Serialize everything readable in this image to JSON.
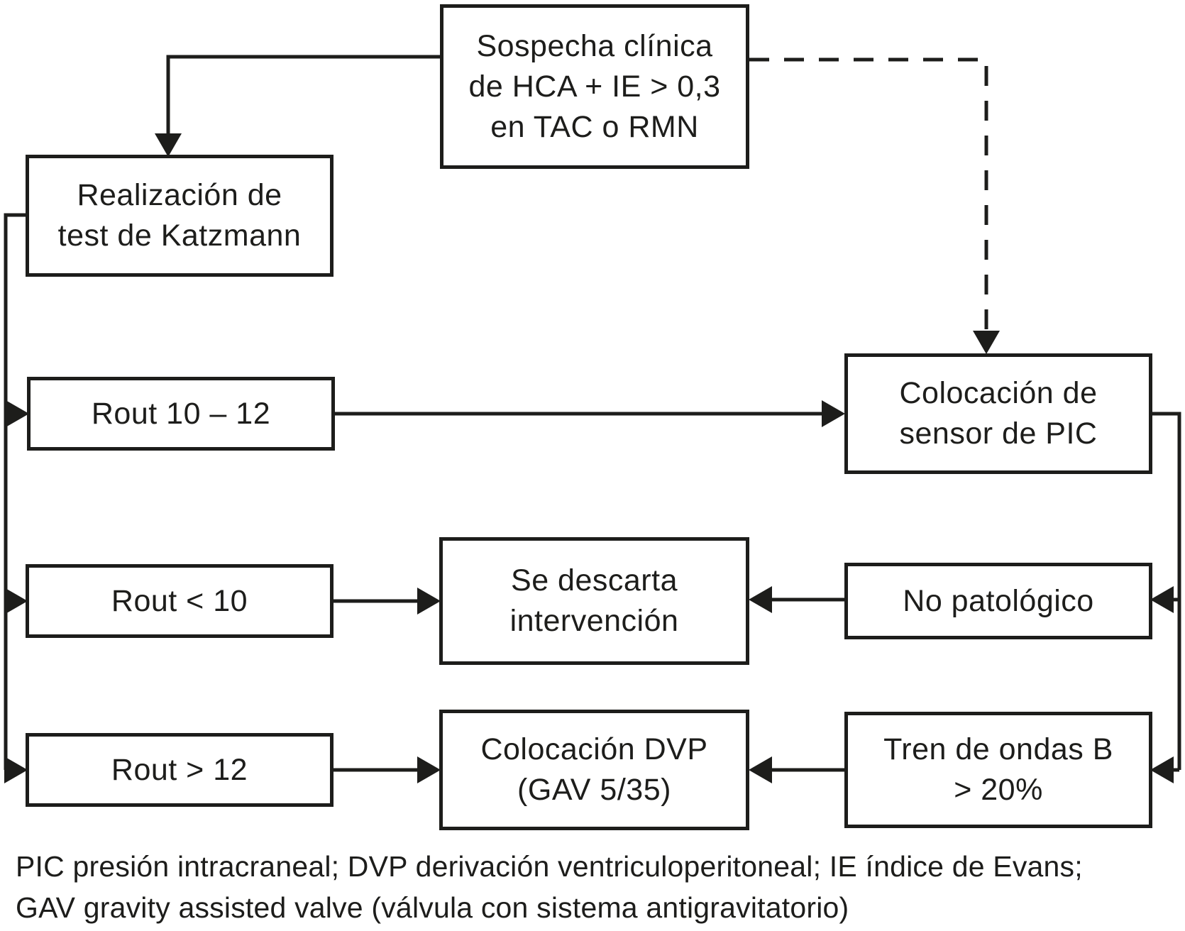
{
  "colors": {
    "line": "#1d1d1b",
    "background": "#ffffff",
    "text": "#1d1d1b"
  },
  "nodes": {
    "suspect": {
      "lines": [
        "Sospecha clínica",
        "de HCA + IE > 0,3",
        "en TAC o RMN"
      ]
    },
    "katzmann": {
      "lines": [
        "Realización de",
        "test de Katzmann"
      ]
    },
    "rout_10_12": {
      "lines": [
        "Rout 10 – 12"
      ]
    },
    "rout_lt_10": {
      "lines": [
        "Rout < 10"
      ]
    },
    "rout_gt_12": {
      "lines": [
        "Rout > 12"
      ]
    },
    "descarta": {
      "lines": [
        "Se descarta",
        "intervención"
      ]
    },
    "dvp": {
      "lines": [
        "Colocación DVP",
        "(GAV 5/35)"
      ]
    },
    "sensor": {
      "lines": [
        "Colocación de",
        "sensor de PIC"
      ]
    },
    "no_patologico": {
      "lines": [
        "No patológico"
      ]
    },
    "tren_ondas": {
      "lines": [
        "Tren de ondas B",
        "> 20%"
      ]
    }
  },
  "edges": [
    {
      "from": "suspect",
      "to": "katzmann",
      "style": "solid"
    },
    {
      "from": "suspect",
      "to": "sensor",
      "style": "dashed"
    },
    {
      "from": "katzmann",
      "to": "rout_10_12",
      "style": "solid"
    },
    {
      "from": "katzmann",
      "to": "rout_lt_10",
      "style": "solid"
    },
    {
      "from": "katzmann",
      "to": "rout_gt_12",
      "style": "solid"
    },
    {
      "from": "rout_10_12",
      "to": "sensor",
      "style": "solid"
    },
    {
      "from": "rout_lt_10",
      "to": "descarta",
      "style": "solid"
    },
    {
      "from": "rout_gt_12",
      "to": "dvp",
      "style": "solid"
    },
    {
      "from": "sensor",
      "to": "no_patologico",
      "style": "solid"
    },
    {
      "from": "sensor",
      "to": "tren_ondas",
      "style": "solid"
    },
    {
      "from": "no_patologico",
      "to": "descarta",
      "style": "solid"
    },
    {
      "from": "tren_ondas",
      "to": "dvp",
      "style": "solid"
    }
  ],
  "footnote": {
    "line1": "PIC presión intracraneal; DVP derivación ventriculoperitoneal; IE índice de Evans;",
    "line2": "GAV gravity assisted valve (válvula con sistema antigravitatorio)"
  }
}
